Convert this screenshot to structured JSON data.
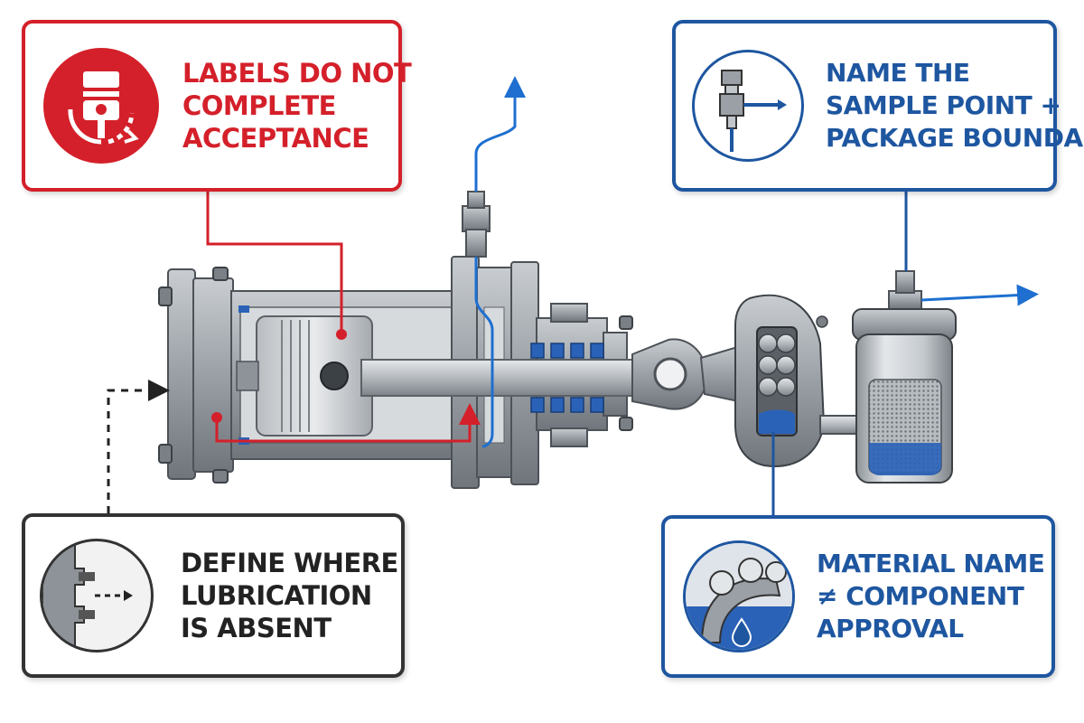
{
  "colors": {
    "red": "#d4202a",
    "blue": "#1e56a0",
    "dark": "#333333",
    "steel": "#9aa0a6",
    "lubricant_blue": "#2a62b8"
  },
  "callouts": {
    "red": {
      "icon": "piston-cycle-icon",
      "lines": [
        "LABELS DO NOT",
        "COMPLETE",
        "ACCEPTANCE"
      ]
    },
    "blue_top": {
      "icon": "sample-valve-icon",
      "lines": [
        "NAME THE",
        "SAMPLE POINT +",
        "PACKAGE BOUNDARY"
      ]
    },
    "gray": {
      "icon": "seal-gap-icon",
      "lines": [
        "DEFINE WHERE",
        "LUBRICATION",
        "IS ABSENT"
      ]
    },
    "blue_bottom": {
      "icon": "bearing-drop-icon",
      "lines": [
        "MATERIAL NAME",
        "≠ COMPONENT",
        "APPROVAL"
      ]
    }
  }
}
